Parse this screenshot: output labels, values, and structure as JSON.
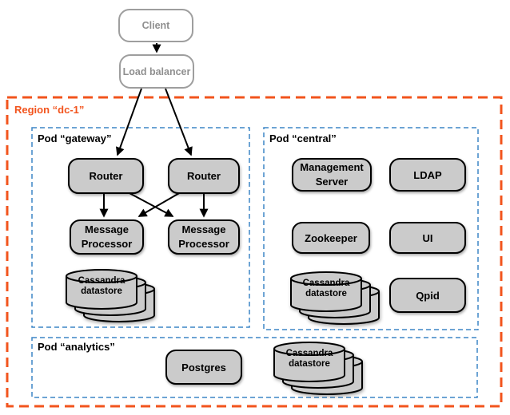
{
  "region": {
    "label": "Region “dc-1”"
  },
  "pods": {
    "gateway": {
      "label": "Pod “gateway”"
    },
    "central": {
      "label": "Pod “central”"
    },
    "analytics": {
      "label": "Pod “analytics”"
    }
  },
  "external": {
    "client": "Client",
    "load_balancer": "Load balancer"
  },
  "nodes": {
    "router1": "Router",
    "router2": "Router",
    "message_processor1": {
      "line1": "Message",
      "line2": "Processor"
    },
    "message_processor2": {
      "line1": "Message",
      "line2": "Processor"
    },
    "management_server": {
      "line1": "Management",
      "line2": "Server"
    },
    "ldap": "LDAP",
    "zookeeper": "Zookeeper",
    "ui": "UI",
    "qpid": "Qpid",
    "postgres": "Postgres",
    "cassandra_gateway": {
      "line1": "Cassandra",
      "line2": "datastore"
    },
    "cassandra_central": {
      "line1": "Cassandra",
      "line2": "datastore"
    },
    "cassandra_analytics": {
      "line1": "Cassandra",
      "line2": "datastore"
    }
  },
  "colors": {
    "region_border": "#F2541D",
    "pod_border": "#3D85C6",
    "node_fill": "#CBCBCB",
    "node_border": "#000000",
    "external_border": "#9E9E9E",
    "external_text": "#8F8F8F",
    "arrow": "#000000",
    "background": "#FFFFFF"
  }
}
